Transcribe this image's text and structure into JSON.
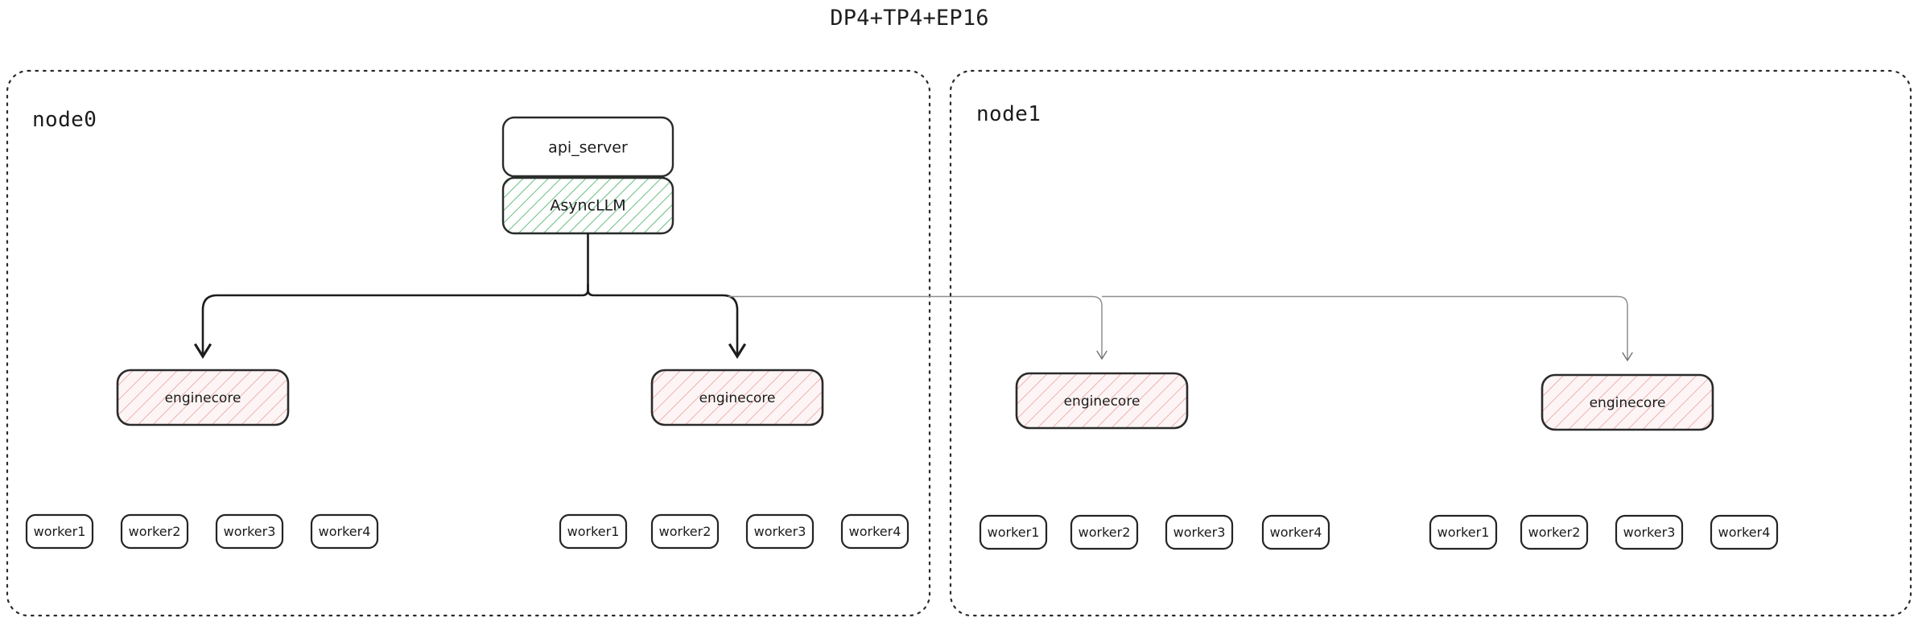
{
  "title": "DP4+TP4+EP16",
  "colors": {
    "background": "#ffffff",
    "text": "#1b1b1b",
    "container_stroke": "#2a2a2a",
    "box_stroke": "#2b2b2b",
    "green_hatch": "#56a96b",
    "green_fill": "#f2faf4",
    "pink_hatch": "#e8a0a0",
    "pink_fill": "#fdf3f3",
    "link_dark": "#1c1c1c",
    "link_gray": "#8e8e8e"
  },
  "nodes": [
    {
      "id": "node0",
      "label": "node0",
      "top_boxes": [
        {
          "id": "api_server",
          "label": "api_server",
          "style": "plain"
        },
        {
          "id": "async_llm",
          "label": "AsyncLLM",
          "style": "green-hatch"
        }
      ],
      "enginecores": [
        {
          "id": "node0-ec0",
          "label": "enginecore",
          "style": "pink-hatch",
          "link_style": "dark",
          "workers": [
            "worker1",
            "worker2",
            "worker3",
            "worker4"
          ]
        },
        {
          "id": "node0-ec1",
          "label": "enginecore",
          "style": "pink-hatch",
          "link_style": "dark",
          "workers": [
            "worker1",
            "worker2",
            "worker3",
            "worker4"
          ]
        }
      ]
    },
    {
      "id": "node1",
      "label": "node1",
      "top_boxes": [],
      "enginecores": [
        {
          "id": "node1-ec0",
          "label": "enginecore",
          "style": "pink-hatch",
          "link_style": "gray",
          "workers": [
            "worker1",
            "worker2",
            "worker3",
            "worker4"
          ]
        },
        {
          "id": "node1-ec1",
          "label": "enginecore",
          "style": "pink-hatch",
          "link_style": "gray",
          "workers": [
            "worker1",
            "worker2",
            "worker3",
            "worker4"
          ]
        }
      ]
    }
  ]
}
